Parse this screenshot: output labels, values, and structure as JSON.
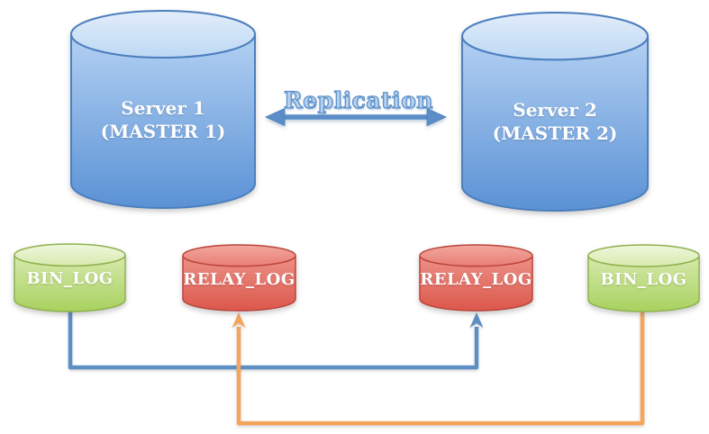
{
  "diagram": {
    "replication": {
      "label": "Replication"
    },
    "servers": [
      {
        "name": "Server 1",
        "role": "(MASTER 1)"
      },
      {
        "name": "Server 2",
        "role": "(MASTER 2)"
      }
    ],
    "logs": [
      {
        "label": "BIN_LOG"
      },
      {
        "label": "RELAY_LOG"
      },
      {
        "label": "RELAY_LOG"
      },
      {
        "label": "BIN_LOG"
      }
    ],
    "flows": [
      {
        "name": "binlog1-to-relaylog2",
        "color": "#5d8fc4"
      },
      {
        "name": "binlog2-to-relaylog1",
        "color": "#f5a45c"
      }
    ],
    "colors": {
      "server_cylinder": "#5a92d5",
      "binlog_cylinder": "#a6d05c",
      "relaylog_cylinder": "#dc564a",
      "replication_arrow": "#5b8ec8",
      "background": "#ffffff",
      "label_text": "#ffffff"
    }
  }
}
